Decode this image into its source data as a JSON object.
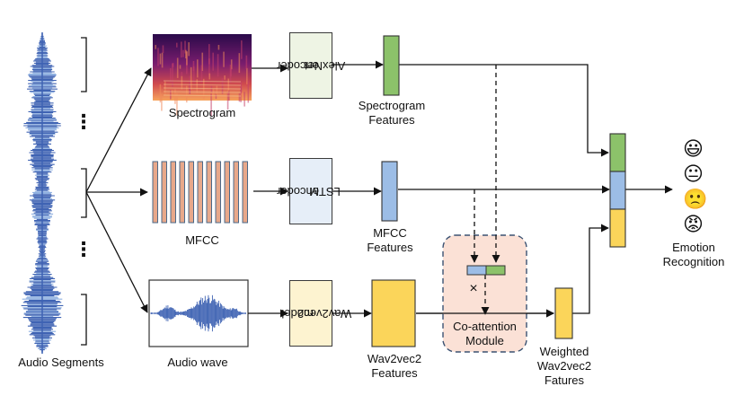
{
  "labels": {
    "audio_segments": "Audio Segments",
    "spectrogram": "Spectrogram",
    "mfcc": "MFCC",
    "audio_wave": "Audio wave",
    "alexnet_line1": "AlexNet",
    "alexnet_line2": "encoder",
    "lstm_line1": "LSTM",
    "lstm_line2": "encoder",
    "wav2vec2_line1": "Wav2vec2",
    "wav2vec2_line2": "model",
    "spectrogram_features_line1": "Spectrogram",
    "spectrogram_features_line2": "Features",
    "mfcc_features_line1": "MFCC",
    "mfcc_features_line2": "Features",
    "wav2vec2_features_line1": "Wav2vec2",
    "wav2vec2_features_line2": "Features",
    "coattention_line1": "Co-attention",
    "coattention_line2": "Module",
    "weighted_line1": "Weighted",
    "weighted_line2": "Wav2vec2",
    "weighted_line3": "Fatures",
    "emotion_line1": "Emotion",
    "emotion_line2": "Recognition",
    "multiply_symbol": "×",
    "ellipsis": "⋮"
  },
  "colors": {
    "waveform_blue": "#3f63b3",
    "alexnet_fill": "#eef4e4",
    "lstm_fill": "#e6eef8",
    "wav2vec2_fill": "#fdf3d0",
    "green_feature": "#8cc26a",
    "blue_feature": "#9cbde6",
    "yellow_feature": "#fbd55a",
    "mfcc_bar": "#e8a88a",
    "coattention_bg": "#fbe1d6",
    "coattention_border": "#3b5272"
  },
  "icons": {
    "emotions": [
      "happy-face-icon",
      "neutral-face-icon",
      "sad-face-icon",
      "angry-face-icon"
    ],
    "glyphs": [
      "😃",
      "😐",
      "🙁",
      "😡"
    ]
  }
}
